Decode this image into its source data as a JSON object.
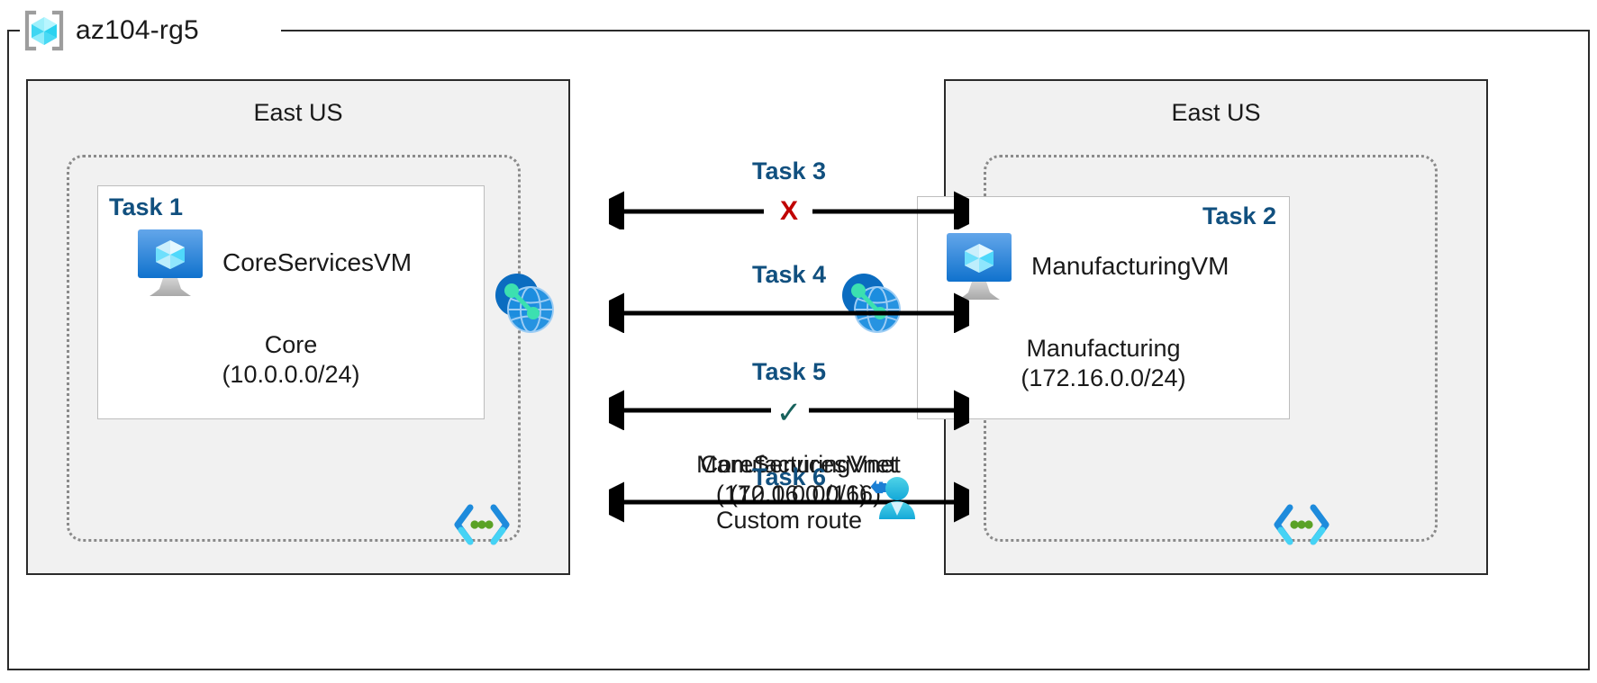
{
  "diagram": {
    "type": "azure-architecture",
    "resource_group": {
      "name": "az104-rg5",
      "icon": "resource-group-cube-icon"
    },
    "colors": {
      "task_label": "#11507f",
      "region_fill": "#f1f1f1",
      "frame_stroke": "#2b2b2b",
      "vnet_border": "#8a8a8a",
      "blocked_x": "#c00000",
      "allowed_check": "#17625c",
      "azure_blue": "#0f7ad4",
      "subnet_green": "#5aa226"
    },
    "regions": [
      {
        "id": "left",
        "title": "East US",
        "vnet": {
          "name": "CoreServicesVnet",
          "cidr": "(10.0.0.0/16)",
          "icon": "subnet-code-icon"
        },
        "subnet": {
          "task": "Task 1",
          "vm_name": "CoreServicesVM",
          "vm_icon": "virtual-machine-icon",
          "name": "Core",
          "cidr": "(10.0.0.0/24)"
        },
        "peering_icon": "vnet-peering-globe-icon"
      },
      {
        "id": "right",
        "title": "East US",
        "vnet": {
          "name": "ManufacturingVnet",
          "cidr": "(172.16.0.0/16)",
          "icon": "subnet-code-icon"
        },
        "subnet": {
          "task": "Task 2",
          "vm_name": "ManufacturingVM",
          "vm_icon": "virtual-machine-icon",
          "name": "Manufacturing",
          "cidr": "(172.16.0.0/24)"
        },
        "peering_icon": "vnet-peering-globe-icon"
      }
    ],
    "connections": [
      {
        "id": "task3",
        "label": "Task 3",
        "sublabel": "",
        "marker": "x",
        "marker_glyph": "X",
        "status": "blocked"
      },
      {
        "id": "task4",
        "label": "Task 4",
        "sublabel": "",
        "marker": "none",
        "marker_glyph": "",
        "status": "open"
      },
      {
        "id": "task5",
        "label": "Task 5",
        "sublabel": "",
        "marker": "check",
        "marker_glyph": "✓",
        "status": "allowed"
      },
      {
        "id": "task6",
        "label": "Task 6",
        "sublabel": "Custom route",
        "marker": "user",
        "marker_glyph": "",
        "status": "routed"
      }
    ]
  }
}
